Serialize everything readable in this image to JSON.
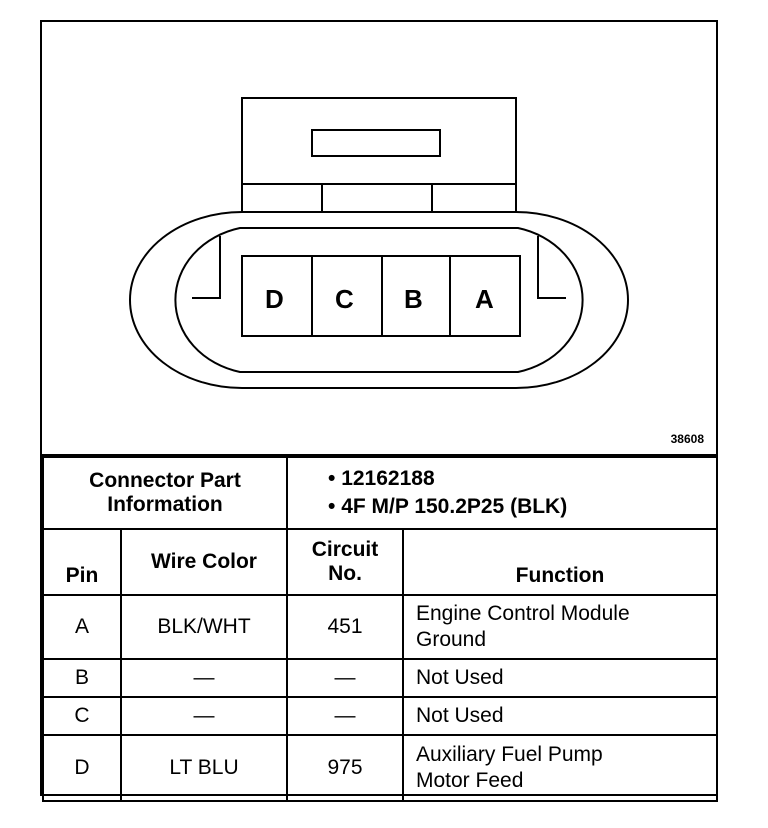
{
  "diagram": {
    "pins": [
      "D",
      "C",
      "B",
      "A"
    ],
    "figure_number": "38608"
  },
  "connector": {
    "label_line1": "Connector Part",
    "label_line2": "Information",
    "items": [
      "12162188",
      "4F M/P 150.2P25 (BLK)"
    ]
  },
  "table": {
    "headers": {
      "pin": "Pin",
      "wire_color": "Wire Color",
      "circuit_line1": "Circuit",
      "circuit_line2": "No.",
      "function": "Function"
    },
    "rows": [
      {
        "pin": "A",
        "wire": "BLK/WHT",
        "circuit": "451",
        "function_line1": "Engine Control Module",
        "function_line2": "Ground"
      },
      {
        "pin": "B",
        "wire": "—",
        "circuit": "—",
        "function_line1": "Not Used",
        "function_line2": ""
      },
      {
        "pin": "C",
        "wire": "—",
        "circuit": "—",
        "function_line1": "Not Used",
        "function_line2": ""
      },
      {
        "pin": "D",
        "wire": "LT BLU",
        "circuit": "975",
        "function_line1": "Auxiliary Fuel Pump",
        "function_line2": "Motor Feed"
      }
    ]
  }
}
